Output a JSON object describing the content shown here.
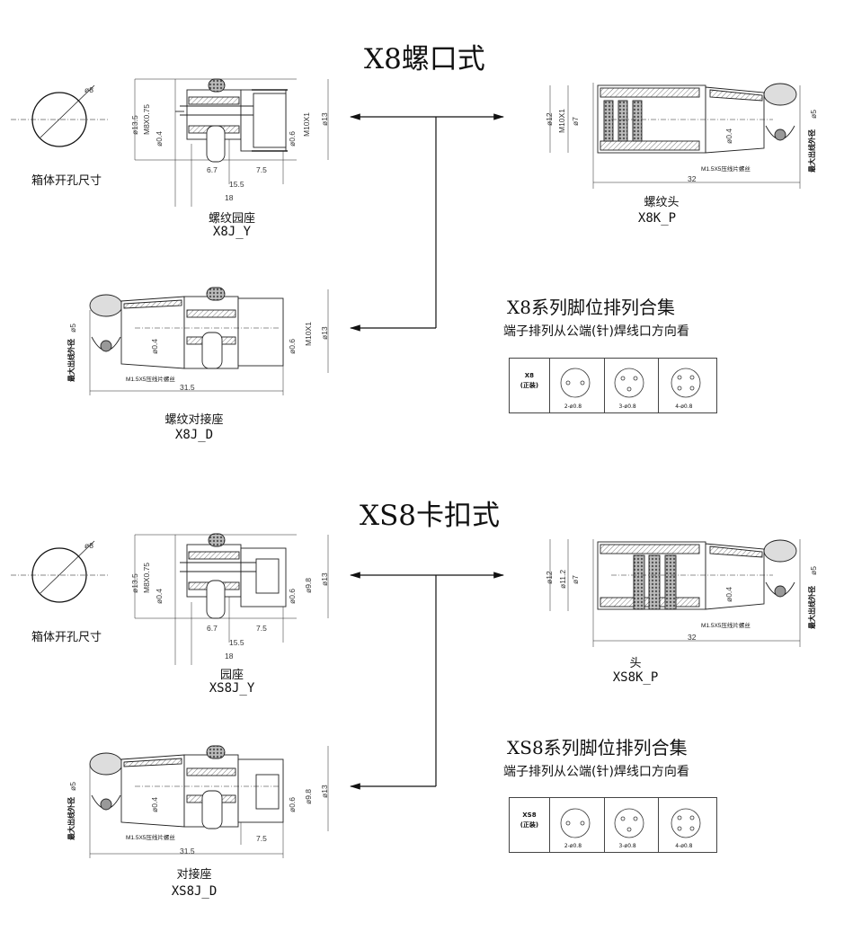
{
  "section1": {
    "title": "X8螺口式",
    "cutout_label": "箱体开孔尺寸",
    "cutout_dia": "ø8",
    "socket_label": "螺纹园座",
    "socket_code": "X8J_Y",
    "plug_label": "螺纹头",
    "plug_code": "X8K_P",
    "inline_label": "螺纹对接座",
    "inline_code": "X8J_D",
    "pin_title": "X8系列脚位排列合集",
    "pin_subtitle": "端子排列从公端(针)焊线口方向看",
    "pin_table": {
      "header": "X8",
      "header2": "(正装)",
      "labels": [
        "2-ø0.8",
        "3-ø0.8",
        "4-ø0.8"
      ]
    },
    "socket_dims": {
      "d1": "ø13.5",
      "d2": "M8X0.75",
      "d3": "ø0.4",
      "d4": "ø0.6",
      "d5": "M10X1",
      "d6": "ø13",
      "w1": "6.7",
      "w2": "7.5",
      "w3": "15.5",
      "w4": "18"
    },
    "plug_dims": {
      "d1": "ø12",
      "d2": "M10X1",
      "d3": "ø7",
      "d4": "ø0.4",
      "d5": "ø5",
      "note": "M1.5X5压线片螺丝",
      "max": "最大出线外径",
      "len": "32"
    },
    "inline_dims": {
      "d1": "ø0.4",
      "d2": "ø0.6",
      "d3": "M10X1",
      "d4": "ø13",
      "d5": "ø5",
      "note": "M1.5X5压线片螺丝",
      "max": "最大出线外径",
      "len": "31.5"
    }
  },
  "section2": {
    "title": "XS8卡扣式",
    "cutout_label": "箱体开孔尺寸",
    "cutout_dia": "ø8",
    "socket_label": "园座",
    "socket_code": "XS8J_Y",
    "plug_label": "头",
    "plug_code": "XS8K_P",
    "inline_label": "对接座",
    "inline_code": "XS8J_D",
    "pin_title": "XS8系列脚位排列合集",
    "pin_subtitle": "端子排列从公端(针)焊线口方向看",
    "pin_table": {
      "header": "XS8",
      "header2": "(正装)",
      "labels": [
        "2-ø0.8",
        "3-ø0.8",
        "4-ø0.8"
      ]
    },
    "socket_dims": {
      "d1": "ø13.5",
      "d2": "M8X0.75",
      "d3": "ø0.4",
      "d4": "ø0.6",
      "d5": "ø9.8",
      "d6": "ø13",
      "w1": "6.7",
      "w2": "7.5",
      "w3": "15.5",
      "w4": "18"
    },
    "plug_dims": {
      "d1": "ø12",
      "d2": "ø11.2",
      "d3": "ø7",
      "d4": "ø0.4",
      "d5": "ø5",
      "note": "M1.5X5压线片螺丝",
      "max": "最大出线外径",
      "len": "32"
    },
    "inline_dims": {
      "d1": "ø0.4",
      "d2": "ø0.6",
      "d3": "ø9.8",
      "d4": "ø13",
      "d5": "ø5",
      "note": "M1.5X5压线片螺丝",
      "max": "最大出线外径",
      "len": "31.5",
      "w": "7.5"
    }
  }
}
